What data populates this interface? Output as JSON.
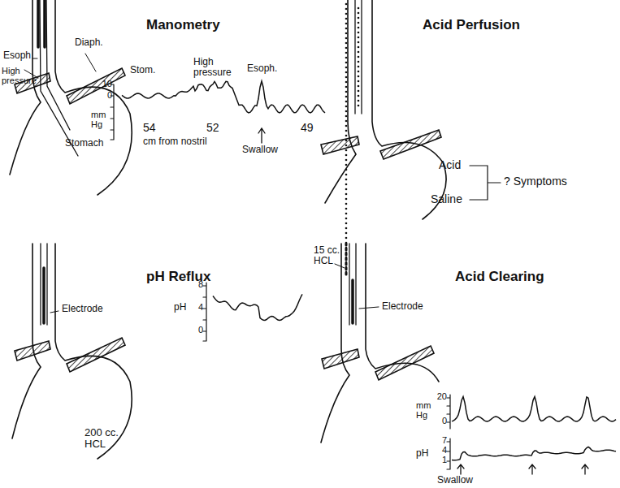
{
  "diagram": {
    "labels": [
      "Manometry",
      "Esoph",
      "Diaph.",
      "High pressure",
      "Stomach",
      "Stom.",
      "High pressure",
      "Esoph.",
      "10",
      "0",
      "mm Hg",
      "54",
      "52",
      "49",
      "cm from nostril",
      "Swallow",
      "Acid Perfusion",
      "Acid",
      "Saline",
      "? Symptoms",
      "pH Reflux",
      "Electrode",
      "200 cc. HCL",
      "8",
      "4",
      "0",
      "pH",
      "Acid Clearing",
      "15 cc. HCL",
      "Electrode",
      "20",
      "0",
      "mm Hg",
      "7",
      "4",
      "1",
      "pH",
      "Swallow"
    ]
  }
}
